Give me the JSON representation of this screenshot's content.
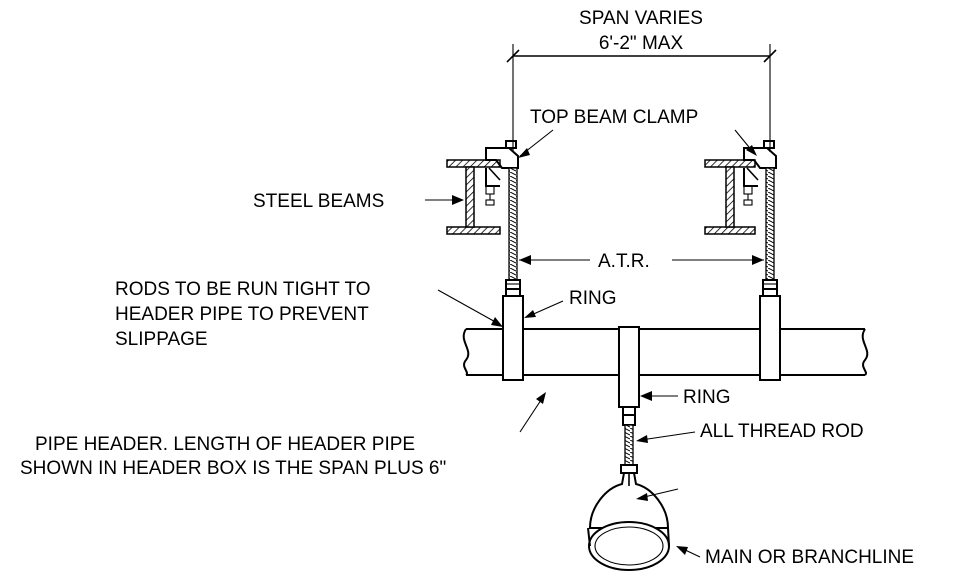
{
  "labels": {
    "span_line1": "SPAN VARIES",
    "span_line2": "6'-2\" MAX",
    "top_beam_clamp": "TOP BEAM CLAMP",
    "steel_beams": "STEEL BEAMS",
    "atr": "A.T.R.",
    "rods_line1": "RODS TO BE RUN TIGHT TO",
    "rods_line2": "HEADER PIPE TO PREVENT",
    "rods_line3": "SLIPPAGE",
    "ring_upper": "RING",
    "ring_lower": "RING",
    "pipe_header_line1": "PIPE HEADER. LENGTH OF HEADER PIPE",
    "pipe_header_line2": "SHOWN IN HEADER BOX IS THE SPAN PLUS 6\"",
    "all_thread_rod": "ALL THREAD ROD",
    "main_or_branchline": "MAIN OR BRANCHLINE"
  }
}
